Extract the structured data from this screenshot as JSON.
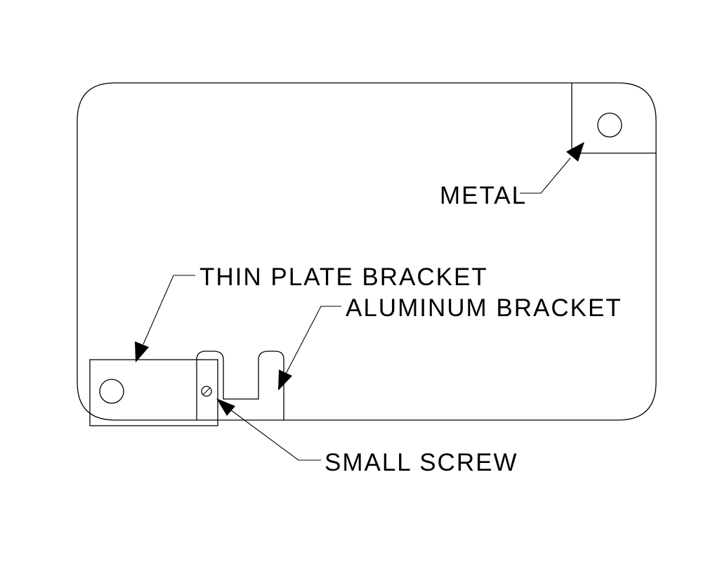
{
  "labels": {
    "metal": "METAL",
    "thin_plate_bracket": "THIN PLATE BRACKET",
    "aluminum_bracket": "ALUMINUM BRACKET",
    "small_screw": "SMALL SCREW"
  },
  "colors": {
    "line": "#000000",
    "background": "#ffffff"
  }
}
